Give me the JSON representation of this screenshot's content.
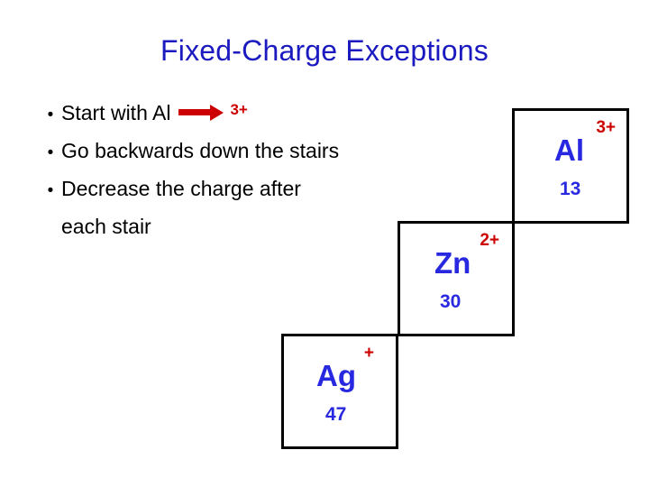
{
  "slide": {
    "title": "Fixed-Charge Exceptions",
    "title_color": "#1a1ac0",
    "background": "#ffffff",
    "accent_red": "#cc0000",
    "accent_blue": "#2828e0"
  },
  "bullets": [
    {
      "marker": "•",
      "text_before_arrow": "Start with Al",
      "has_arrow": true,
      "arrow_charge": "3+",
      "text_after_arrow": ""
    },
    {
      "marker": "•",
      "text_before_arrow": "Go backwards down the stairs",
      "has_arrow": false,
      "arrow_charge": "",
      "text_after_arrow": ""
    },
    {
      "marker": "•",
      "text_before_arrow": "Decrease the charge after",
      "has_arrow": false,
      "arrow_charge": "",
      "text_after_arrow": ""
    },
    {
      "marker": "",
      "text_before_arrow": "each stair",
      "has_arrow": false,
      "arrow_charge": "",
      "text_after_arrow": ""
    }
  ],
  "elements": [
    {
      "id": "al",
      "symbol": "Al",
      "atomic_number": "13",
      "charge": "3+",
      "step": 1
    },
    {
      "id": "zn",
      "symbol": "Zn",
      "atomic_number": "30",
      "charge": "2+",
      "step": 2
    },
    {
      "id": "ag",
      "symbol": "Ag",
      "atomic_number": "47",
      "charge": "+",
      "step": 3
    }
  ]
}
